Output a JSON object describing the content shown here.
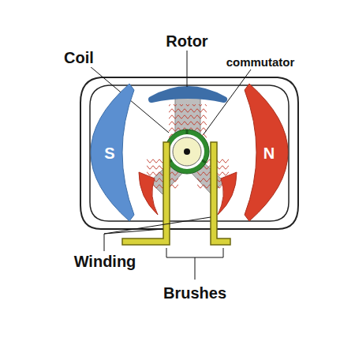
{
  "diagram": {
    "nodes": [
      {
        "text": [
          "S"
        ]
      },
      {
        "text": [
          "N"
        ]
      }
    ],
    "labels": [
      "Rotor",
      "Coil",
      "commutator",
      "Winding",
      "Brushes"
    ]
  }
}
